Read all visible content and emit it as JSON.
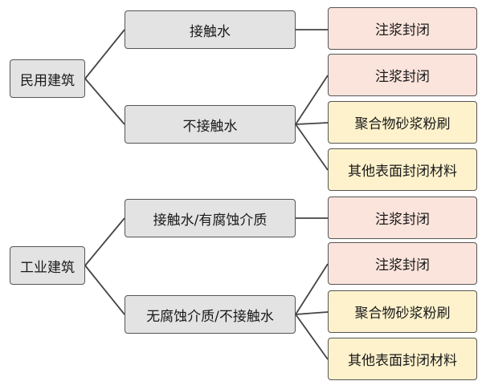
{
  "colors": {
    "category_fill": "#e3e3e3",
    "seal_fill": "#fbe4dc",
    "alt_fill": "#fdf2cc",
    "line": "#444444"
  },
  "tree": [
    {
      "label": "民用建筑",
      "children": [
        {
          "label": "接触水",
          "methods": [
            "注浆封闭"
          ]
        },
        {
          "label": "不接触水",
          "methods": [
            "注浆封闭",
            "聚合物砂浆粉刷",
            "其他表面封闭材料"
          ]
        }
      ]
    },
    {
      "label": "工业建筑",
      "children": [
        {
          "label": "接触水/有腐蚀介质",
          "methods": [
            "注浆封闭"
          ]
        },
        {
          "label": "无腐蚀介质/不接触水",
          "methods": [
            "注浆封闭",
            "聚合物砂浆粉刷",
            "其他表面封闭材料"
          ]
        }
      ]
    }
  ]
}
